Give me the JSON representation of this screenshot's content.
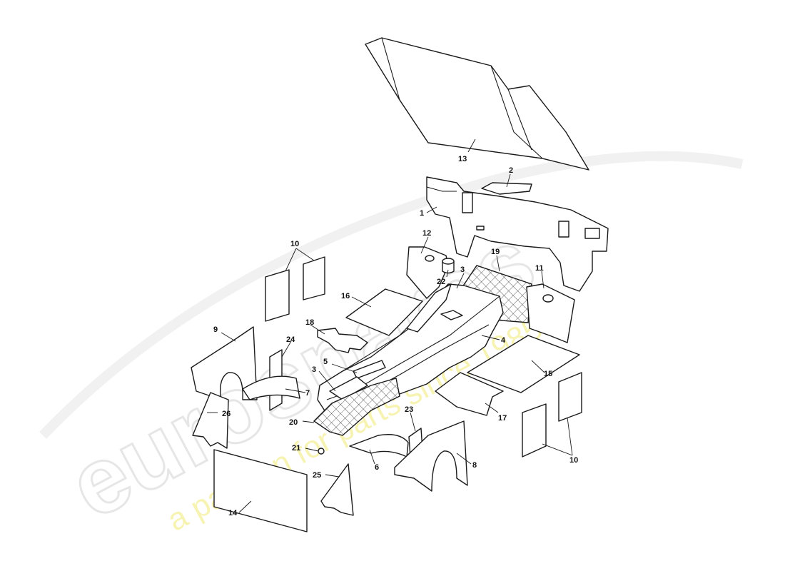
{
  "watermark": {
    "brand": "eurospares",
    "tagline": "a passion for parts since 1985"
  },
  "colors": {
    "line": "#1a1a1a",
    "watermark_tag": "#f6f2a6"
  },
  "callouts": {
    "c1": "1",
    "c2": "2",
    "c3a": "3",
    "c3b": "3",
    "c4": "4",
    "c5": "5",
    "c6": "6",
    "c7": "7",
    "c8": "8",
    "c9": "9",
    "c10a": "10",
    "c10b": "10",
    "c11": "11",
    "c12": "12",
    "c13": "13",
    "c14": "14",
    "c15": "15",
    "c16": "16",
    "c17": "17",
    "c18": "18",
    "c19": "19",
    "c20": "20",
    "c21": "21",
    "c22": "22",
    "c23": "23",
    "c24": "24",
    "c25": "25",
    "c26": "26"
  }
}
